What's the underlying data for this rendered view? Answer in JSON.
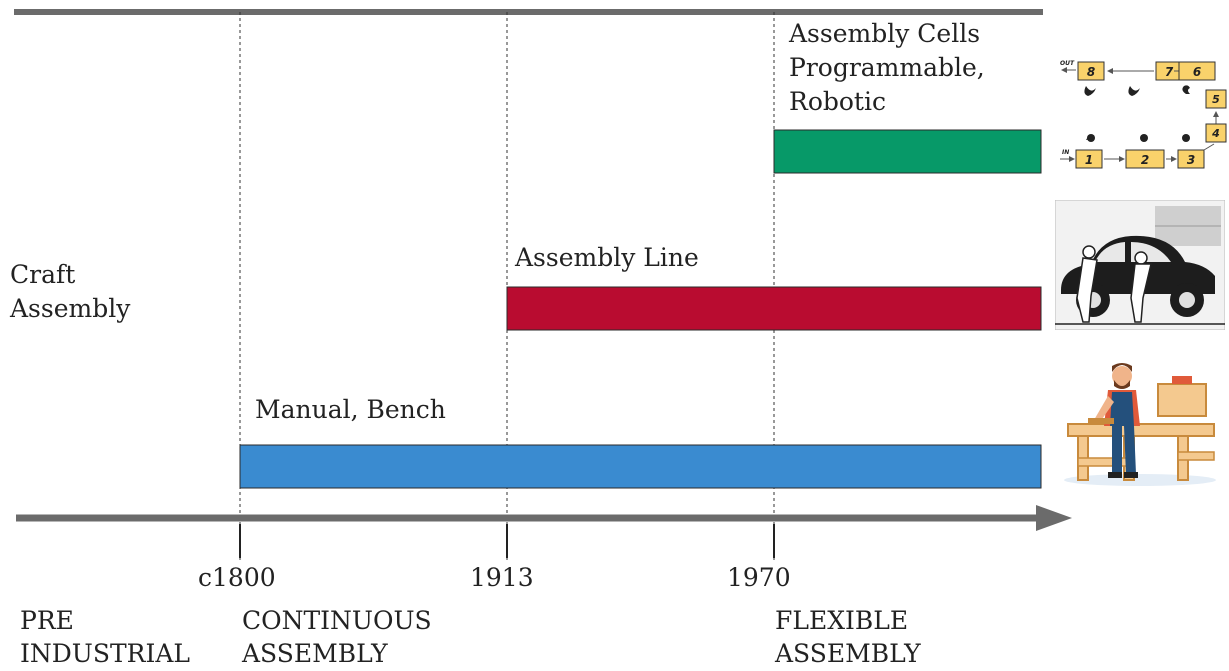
{
  "colors": {
    "axis": "#6b6b6b",
    "manual_bar": "#3a8bd0",
    "assembly_line_bar": "#b90c30",
    "cells_bar": "#079968",
    "cell_box": "#f9d26b",
    "car_body": "#1d1d1d"
  },
  "left_label": "Craft\nAssembly",
  "stages": [
    {
      "key": "manual",
      "label": "Manual, Bench",
      "start": "c1800"
    },
    {
      "key": "line",
      "label": "Assembly Line",
      "start": "1913"
    },
    {
      "key": "cells",
      "label": "Assembly Cells\nProgrammable,\nRobotic",
      "start": "1970"
    }
  ],
  "years": [
    "c1800",
    "1913",
    "1970"
  ],
  "eras": {
    "pre": "PRE\nINDUSTRIAL",
    "continuous": "CONTINUOUS\nASSEMBLY",
    "flexible": "FLEXIBLE\nASSEMBLY"
  },
  "icons": {
    "robotic_cell": "robotic-assembly-cell-icon",
    "car_assembly": "car-assembly-illustration",
    "carpenter": "carpenter-workbench-illustration"
  },
  "cell_diagram": {
    "in_label": "IN",
    "out_label": "OUT",
    "stations": [
      "1",
      "2",
      "3",
      "4",
      "5",
      "6",
      "7",
      "8"
    ]
  }
}
